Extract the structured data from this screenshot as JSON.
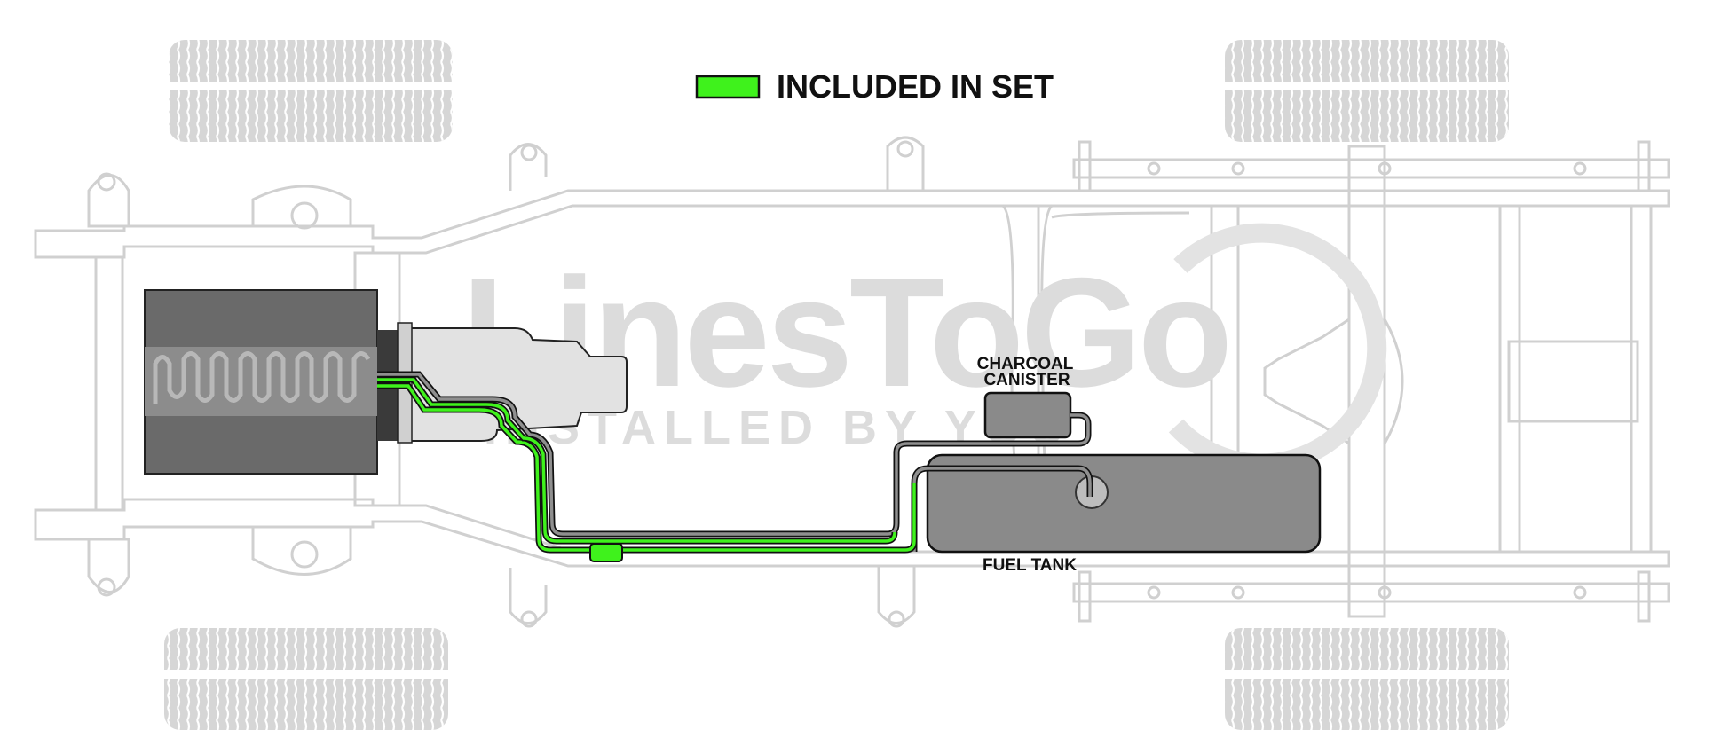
{
  "legend": {
    "label": "INCLUDED IN SET",
    "swatch_color": "#3ff21c"
  },
  "labels": {
    "charcoal_line1": "CHARCOAL",
    "charcoal_line2": "CANISTER",
    "fuel_tank": "FUEL TANK"
  },
  "watermark": {
    "brand": "LinesToGo",
    "tagline": "INSTALLED BY YOU"
  },
  "colors": {
    "included_line": "#3ff21c",
    "existing_line": "#555555",
    "frame_outline": "#d0d0d0",
    "tank_fill": "#8a8a8a",
    "engine_fill": "#6a6a6a",
    "trans_fill": "#e2e2e2"
  }
}
